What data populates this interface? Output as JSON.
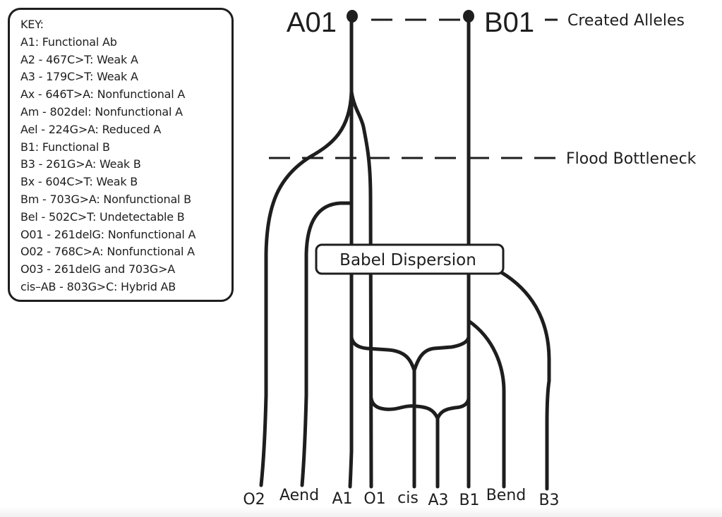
{
  "key": {
    "title": "KEY:",
    "entries": [
      "A1: Functional Ab",
      "A2 - 467C>T: Weak A",
      "A3 - 179C>T: Weak A",
      "Ax - 646T>A: Nonfunctional A",
      "Am - 802del: Nonfunctional A",
      "Ael - 224G>A: Reduced A",
      "B1: Functional B",
      "B3 - 261G>A: Weak B",
      "Bx - 604C>T: Weak B",
      "Bm - 703G>A: Nonfunctional B",
      "Bel - 502C>T: Undetectable B",
      "O01 - 261delG: Nonfunctional A",
      "O02 - 768C>A: Nonfunctional A",
      "O03 - 261delG and 703G>A",
      "cis–AB - 803G>C: Hybrid AB"
    ]
  },
  "roots": {
    "a": "A01",
    "b": "B01"
  },
  "events": {
    "created": "Created Alleles",
    "flood": "Flood Bottleneck",
    "babel": "Babel Dispersion"
  },
  "leaves": [
    "O2",
    "Aend",
    "A1",
    "O1",
    "cis",
    "A3",
    "B1",
    "Bend",
    "B3"
  ],
  "colors": {
    "ink": "#1e1e1e",
    "background": "#ffffff"
  }
}
